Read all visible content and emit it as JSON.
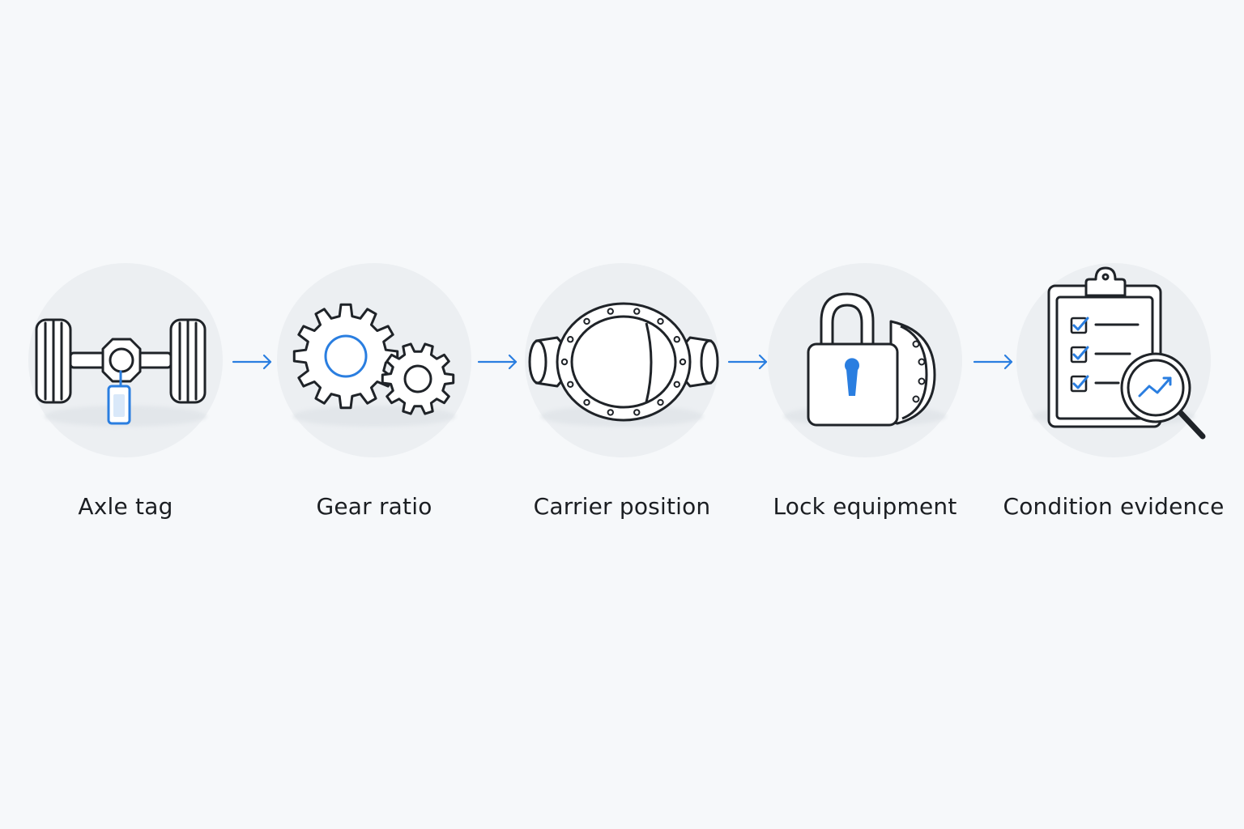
{
  "colors": {
    "accent": "#2a7ee0",
    "stroke": "#1f2328",
    "circle": "#eceff2",
    "background": "#f6f8fa"
  },
  "steps": [
    {
      "label": "Axle tag",
      "icon": "axle-with-tag-icon"
    },
    {
      "label": "Gear ratio",
      "icon": "gears-icon"
    },
    {
      "label": "Carrier position",
      "icon": "differential-carrier-icon"
    },
    {
      "label": "Lock equipment",
      "icon": "padlock-icon"
    },
    {
      "label": "Condition evidence",
      "icon": "clipboard-checklist-icon"
    }
  ]
}
